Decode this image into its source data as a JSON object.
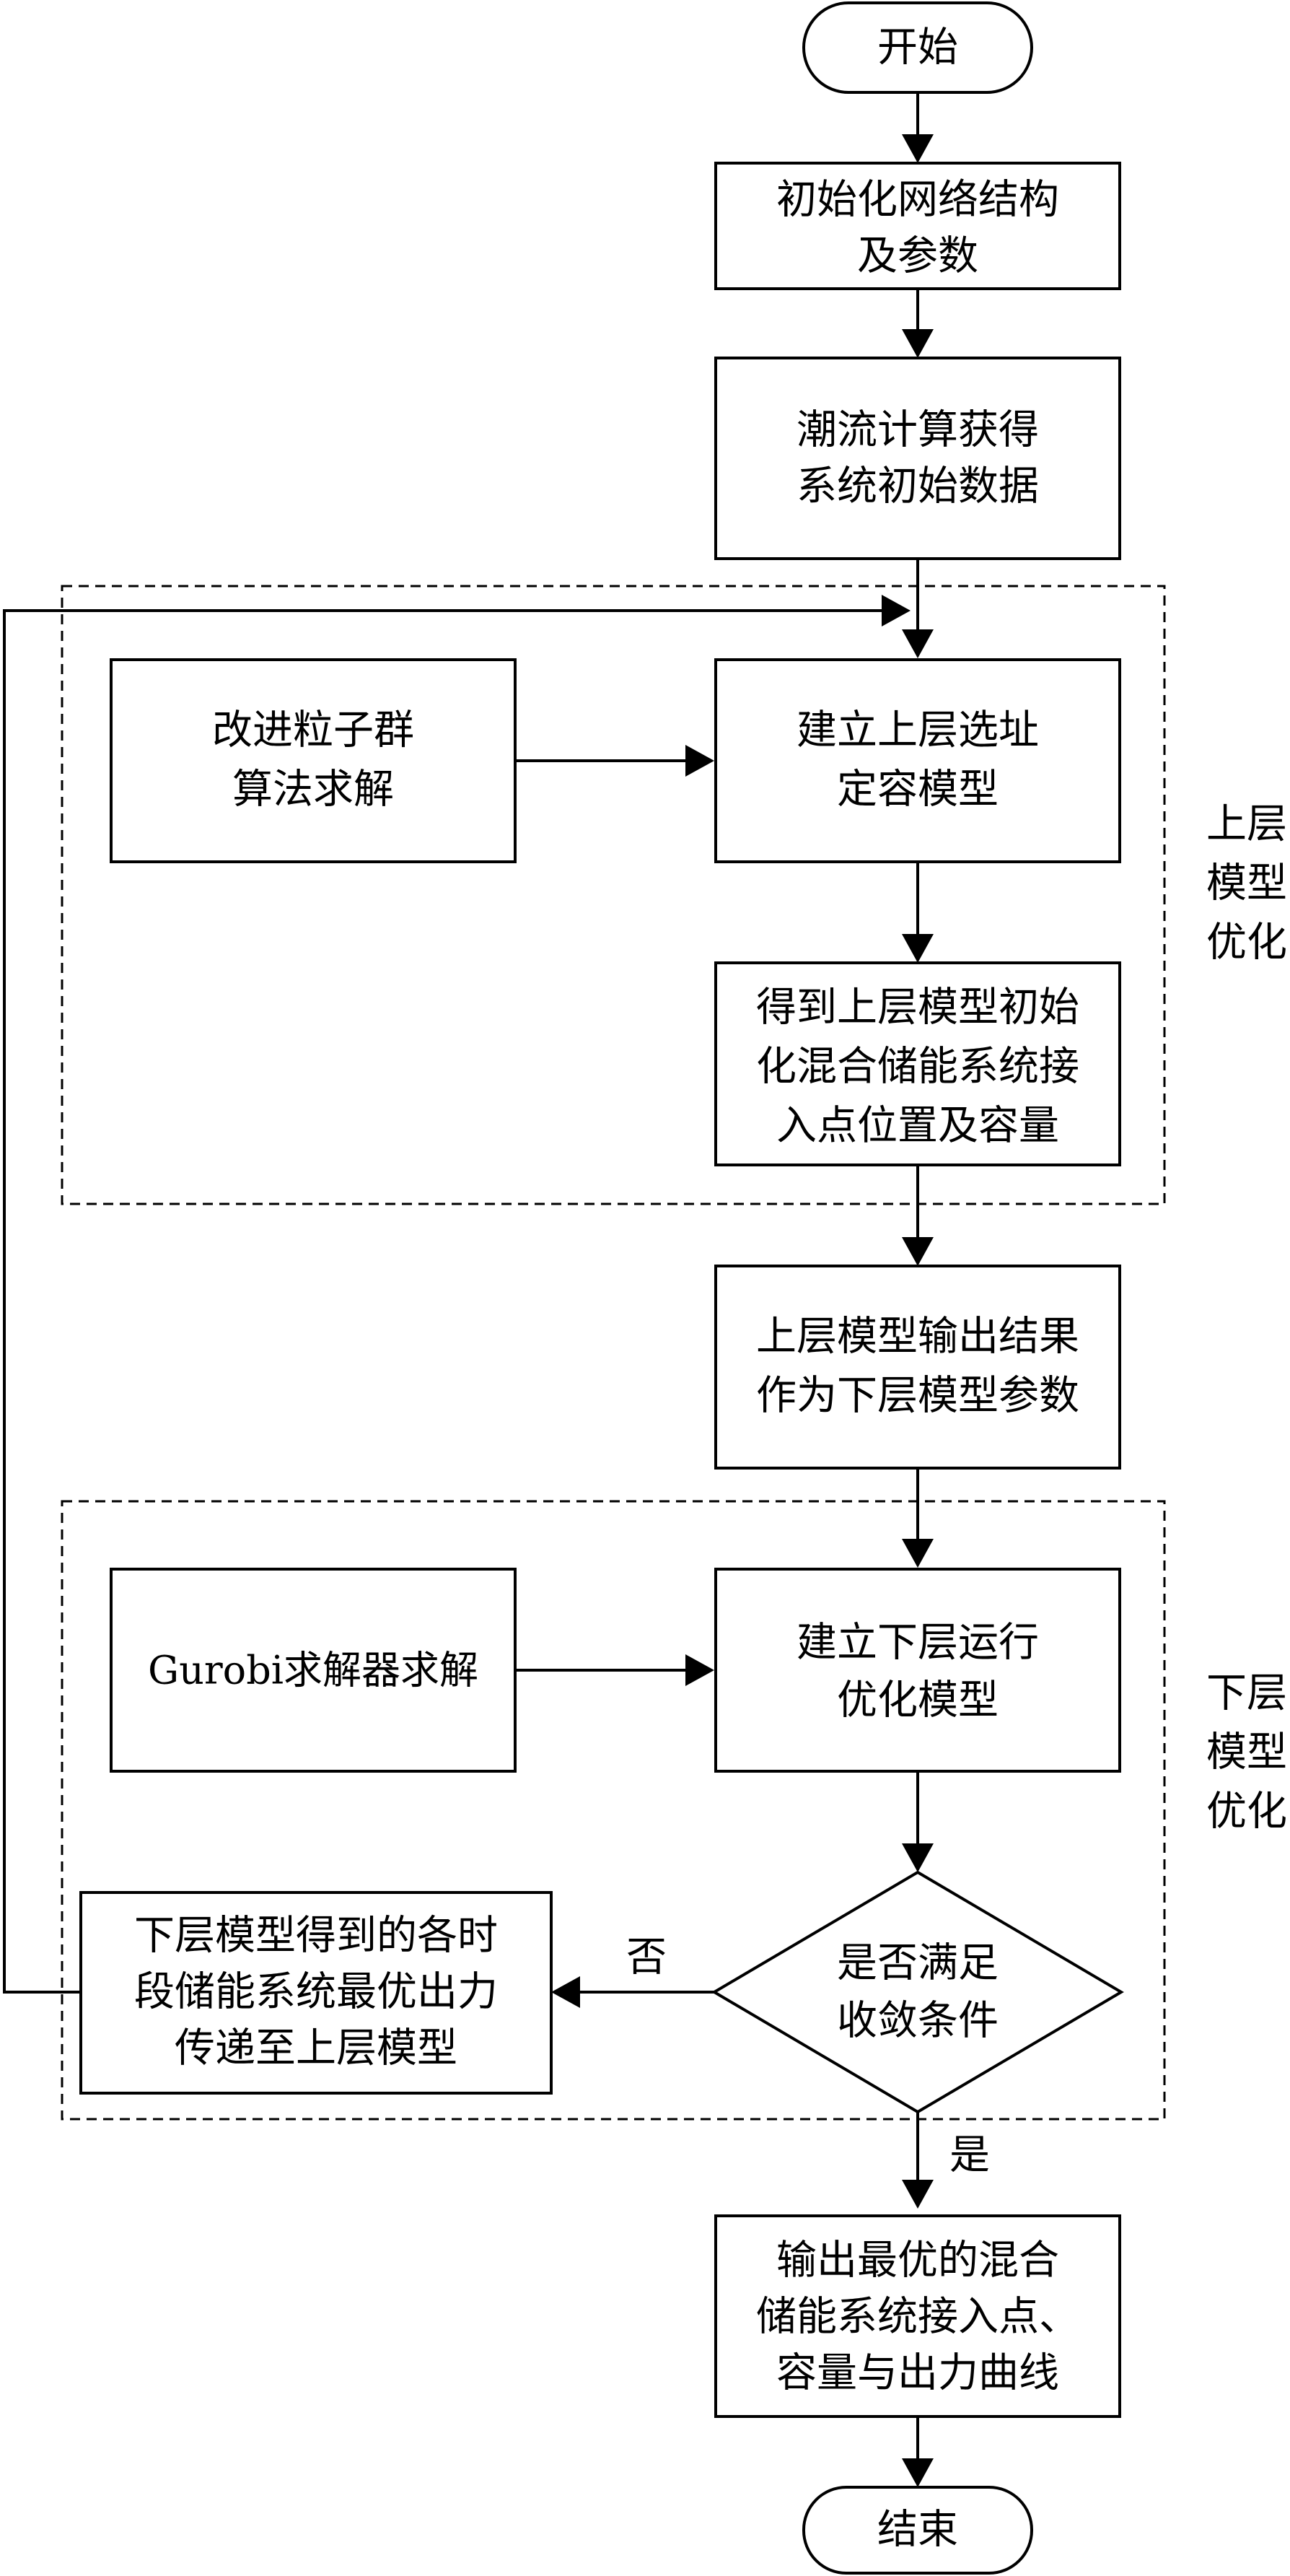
{
  "nodes": {
    "start": [
      "开始"
    ],
    "init": [
      "初始化网络结构",
      "及参数"
    ],
    "power_flow": [
      "潮流计算获得",
      "系统初始数据"
    ],
    "pso": [
      "改进粒子群",
      "算法求解"
    ],
    "upper_model": [
      "建立上层选址",
      "定容模型"
    ],
    "upper_result": [
      "得到上层模型初始",
      "化混合储能系统接",
      "入点位置及容量"
    ],
    "upper_output": [
      "上层模型输出结果",
      "作为下层模型参数"
    ],
    "gurobi": [
      "Gurobi求解器求解"
    ],
    "lower_model": [
      "建立下层运行",
      "优化模型"
    ],
    "convergence": [
      "是否满足",
      "收敛条件"
    ],
    "feedback": [
      "下层模型得到的各时",
      "段储能系统最优出力",
      "传递至上层模型"
    ],
    "final_output": [
      "输出最优的混合",
      "储能系统接入点、",
      "容量与出力曲线"
    ],
    "end": [
      "结束"
    ]
  },
  "groups": {
    "upper": [
      "上层",
      "模型",
      "优化"
    ],
    "lower": [
      "下层",
      "模型",
      "优化"
    ]
  },
  "edge_labels": {
    "no": "否",
    "yes": "是"
  }
}
